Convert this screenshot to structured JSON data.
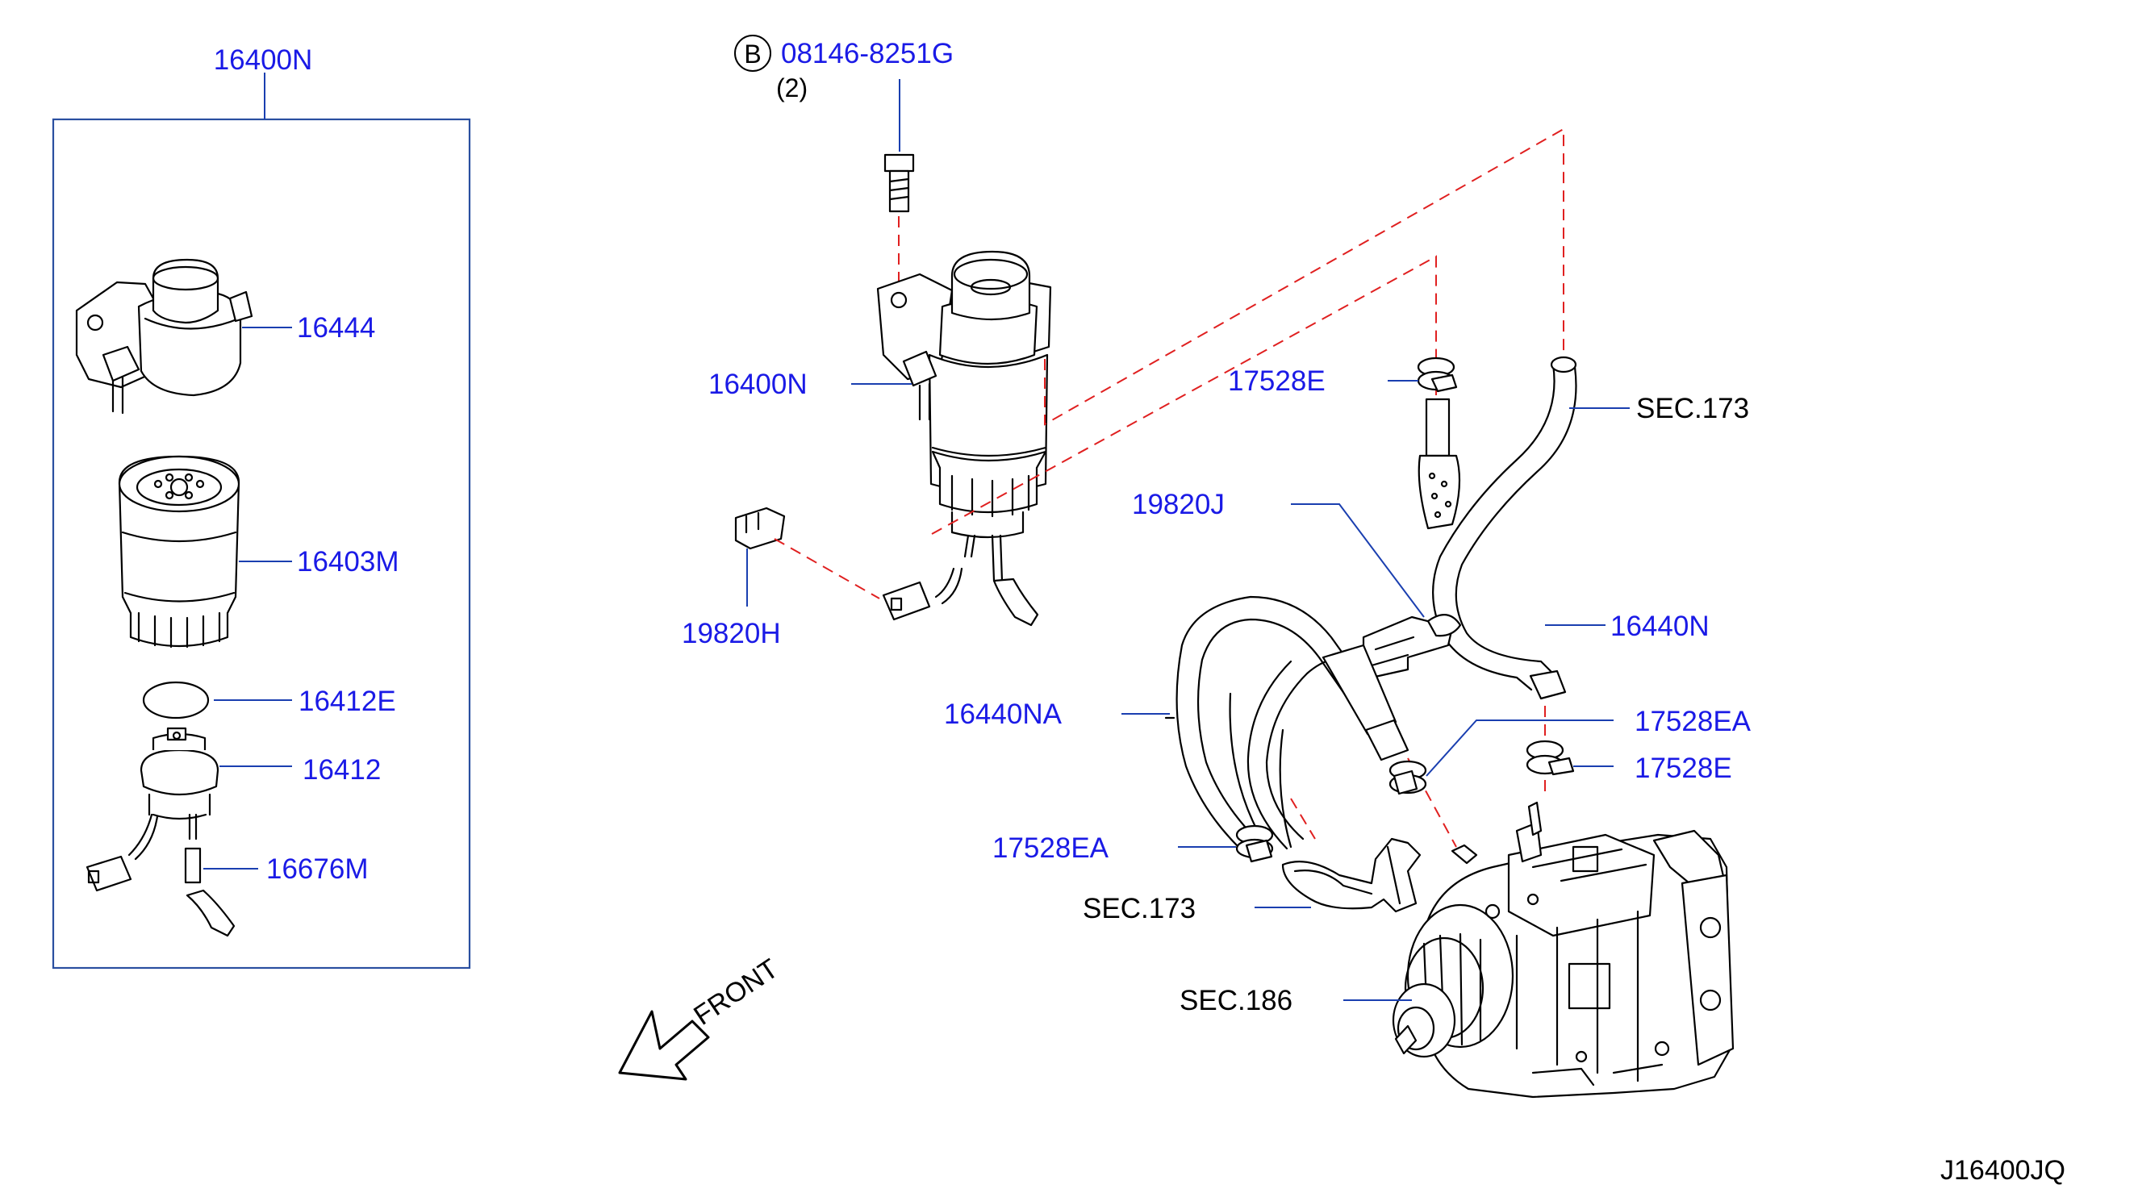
{
  "diagram_code": "J16400JQ",
  "colors": {
    "label": "#1a1ae6",
    "leader": "#1a3fb0",
    "box": "#2a4fa0",
    "dash": "#e02020",
    "line": "#000000",
    "black_label": "#000000"
  },
  "bolt_callout": {
    "marker": "B",
    "part_no": "08146-8251G",
    "qty": "(2)"
  },
  "exploded_box": {
    "title": "16400N",
    "parts": [
      "16444",
      "16403M",
      "16412E",
      "16412",
      "16676M"
    ]
  },
  "assembly_labels": {
    "filter_assembly": "16400N",
    "connector": "19820H",
    "clip_19820j": "19820J",
    "clamp_top": "17528E",
    "clamp_right_ea": "17528EA",
    "clamp_right_e": "17528E",
    "clamp_left_ea": "17528EA",
    "hose_n": "16440N",
    "hose_na": "16440NA"
  },
  "sec_refs": {
    "sec173_top": "SEC.173",
    "sec173_bottom": "SEC.173",
    "sec186": "SEC.186"
  },
  "direction": {
    "label": "FRONT",
    "icon": "arrow-front-icon"
  }
}
